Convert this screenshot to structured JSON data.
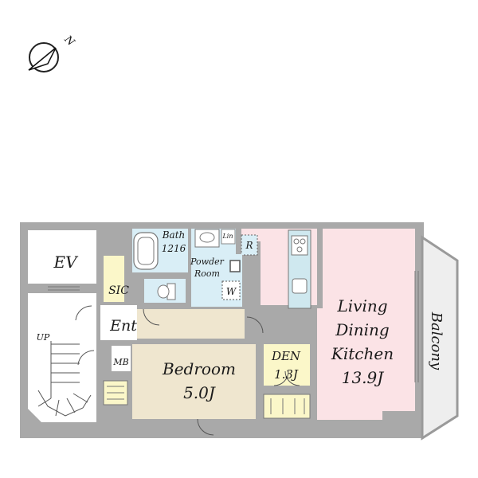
{
  "compass": {
    "north_label": "N"
  },
  "rooms": {
    "ev": "EV",
    "up": "UP",
    "sic": "SIC",
    "ent": "Ent",
    "mb": "MB",
    "bath_line1": "Bath",
    "bath_line2": "1216",
    "lin": "Lin",
    "powder_line1": "Powder",
    "powder_line2": "Room",
    "r": "R",
    "w": "W",
    "bedroom_line1": "Bedroom",
    "bedroom_line2": "5.0J",
    "den_line1": "DEN",
    "den_line2": "1.3J",
    "ldk_line1": "Living",
    "ldk_line2": "Dining",
    "ldk_line3": "Kitchen",
    "ldk_line4": "13.9J",
    "balcony": "Balcony"
  },
  "colors": {
    "wall": "#a9a9a9",
    "living": "#fbe3e6",
    "bedroom": "#efe6cf",
    "den": "#fbf7c9",
    "wet": "#d9eef6",
    "sic": "#fbf7c9",
    "balcony": "#eeeeee"
  }
}
